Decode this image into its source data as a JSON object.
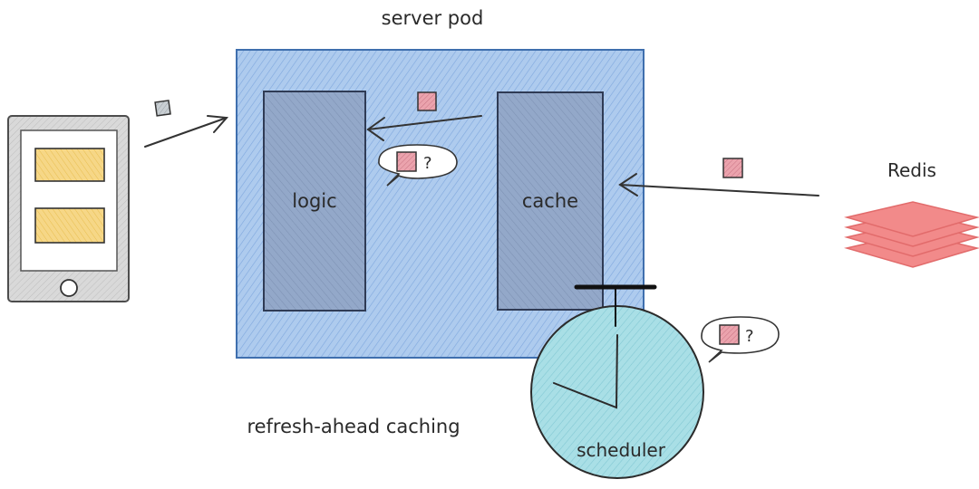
{
  "title": "server pod",
  "components": {
    "logic": "logic",
    "cache": "cache",
    "scheduler": "scheduler",
    "redis": "Redis"
  },
  "bubbles": {
    "logic_question": "?",
    "scheduler_question": "?"
  },
  "caption": "refresh-ahead caching",
  "colors": {
    "pod_fill": "#a9c8ec",
    "pod_stroke": "#4a7fc1",
    "box_fill": "#8fa5c8",
    "box_stroke": "#2f3b55",
    "scheduler_fill": "#a6dde4",
    "data_square": "#e79aa5",
    "redis_layer": "#f07f7f",
    "phone_body": "#d4d4d4",
    "phone_card": "#f5d27d"
  },
  "icons": [
    "phone-icon",
    "redis-stack-icon",
    "data-square-icon",
    "speech-bubble-icon",
    "scheduler-clock-icon"
  ]
}
